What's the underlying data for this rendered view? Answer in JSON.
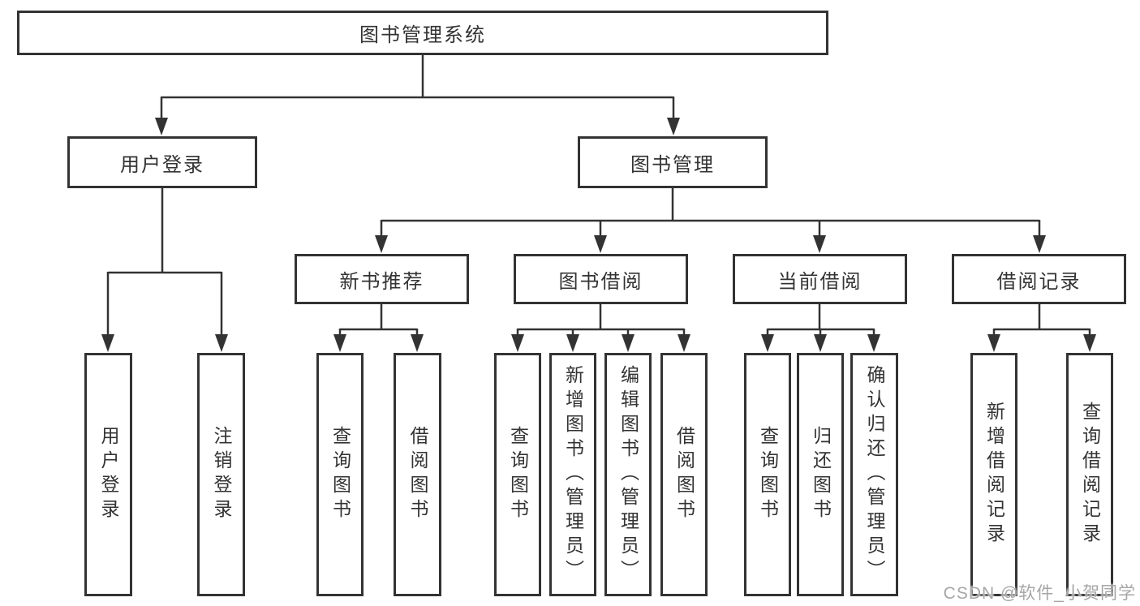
{
  "nodes": {
    "root": "图书管理系统",
    "user_login": "用户登录",
    "book_mgmt": "图书管理",
    "new_book_rec": "新书推荐",
    "book_borrow": "图书借阅",
    "current_borrow": "当前借阅",
    "borrow_record": "借阅记录",
    "ul_login": "用户登录",
    "ul_logout": "注销登录",
    "nb_query": "查询图书",
    "nb_borrow": "借阅图书",
    "bb_query": "查询图书",
    "bb_add": "新增图书（管理员）",
    "bb_edit": "编辑图书（管理员）",
    "bb_borrow": "借阅图书",
    "cb_query": "查询图书",
    "cb_return": "归还图书",
    "cb_confirm": "确认归还（管理员）",
    "br_add": "新增借阅记录",
    "br_query": "查询借阅记录"
  },
  "watermark": "CSDN @软件_小贺同学",
  "colors": {
    "line": "#333333",
    "box_border": "#333333",
    "text": "#333333",
    "watermark": "#a6a6a6"
  }
}
